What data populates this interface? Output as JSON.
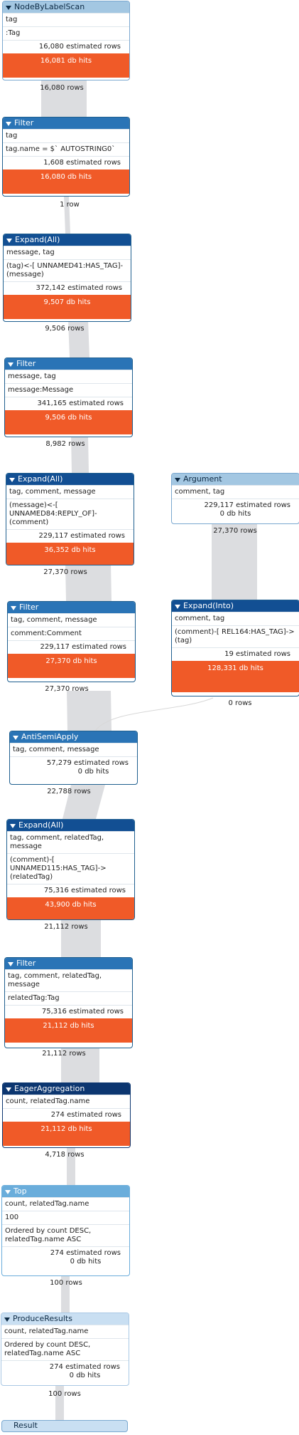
{
  "operators": {
    "node_by_label_scan": {
      "title": "NodeByLabelScan",
      "rows": [
        "tag",
        ":Tag"
      ],
      "estimated": "16,080 estimated rows",
      "hits": "16,081 db hits",
      "out_rows": "16,080 rows"
    },
    "filter_1": {
      "title": "Filter",
      "rows": [
        "tag",
        "tag.name = $` AUTOSTRING0`"
      ],
      "estimated": "1,608 estimated rows",
      "hits": "16,080 db hits",
      "out_rows": "1 row"
    },
    "expand_all_1": {
      "title": "Expand(All)",
      "rows": [
        "message, tag",
        "(tag)<-[ UNNAMED41:HAS_TAG]-(message)"
      ],
      "estimated": "372,142 estimated rows",
      "hits": "9,507 db hits",
      "out_rows": "9,506 rows"
    },
    "filter_2": {
      "title": "Filter",
      "rows": [
        "message, tag",
        "message:Message"
      ],
      "estimated": "341,165 estimated rows",
      "hits": "9,506 db hits",
      "out_rows": "8,982 rows"
    },
    "expand_all_2": {
      "title": "Expand(All)",
      "rows": [
        "tag, comment, message",
        "(message)<-[ UNNAMED84:REPLY_OF]-(comment)"
      ],
      "estimated": "229,117 estimated rows",
      "hits": "36,352 db hits",
      "out_rows": "27,370 rows"
    },
    "argument": {
      "title": "Argument",
      "rows": [
        "comment, tag"
      ],
      "estimated": "229,117 estimated rows",
      "hits_text": "0 db hits",
      "out_rows": "27,370 rows"
    },
    "filter_3": {
      "title": "Filter",
      "rows": [
        "tag, comment, message",
        "comment:Comment"
      ],
      "estimated": "229,117 estimated rows",
      "hits": "27,370 db hits",
      "out_rows": "27,370 rows"
    },
    "expand_into": {
      "title": "Expand(Into)",
      "rows": [
        "comment, tag",
        "(comment)-[ REL164:HAS_TAG]->(tag)"
      ],
      "estimated": "19 estimated rows",
      "hits": "128,331 db hits",
      "out_rows": "0 rows"
    },
    "anti_semi_apply": {
      "title": "AntiSemiApply",
      "rows": [
        "tag, comment, message"
      ],
      "estimated": "57,279 estimated rows",
      "hits_text": "0 db hits",
      "out_rows": "22,788 rows"
    },
    "expand_all_3": {
      "title": "Expand(All)",
      "rows": [
        "tag, comment, relatedTag, message",
        "(comment)-[ UNNAMED115:HAS_TAG]->(relatedTag)"
      ],
      "estimated": "75,316 estimated rows",
      "hits": "43,900 db hits",
      "out_rows": "21,112 rows"
    },
    "filter_4": {
      "title": "Filter",
      "rows": [
        "tag, comment, relatedTag, message",
        "relatedTag:Tag"
      ],
      "estimated": "75,316 estimated rows",
      "hits": "21,112 db hits",
      "out_rows": "21,112 rows"
    },
    "eager_aggregation": {
      "title": "EagerAggregation",
      "rows": [
        "count, relatedTag.name"
      ],
      "estimated": "274 estimated rows",
      "hits": "21,112 db hits",
      "out_rows": "4,718 rows"
    },
    "top": {
      "title": "Top",
      "rows": [
        "count, relatedTag.name",
        "100",
        "Ordered by count DESC, relatedTag.name ASC"
      ],
      "estimated": "274 estimated rows",
      "hits_text": "0 db hits",
      "out_rows": "100 rows"
    },
    "produce_results": {
      "title": "ProduceResults",
      "rows": [
        "count, relatedTag.name",
        "Ordered by count DESC, relatedTag.name ASC"
      ],
      "estimated": "274 estimated rows",
      "hits_text": "0 db hits",
      "out_rows": "100 rows"
    }
  },
  "result": {
    "label": "Result"
  },
  "colors": {
    "header_light": "#a3c7e2",
    "header_mid": "#2a74b6",
    "header_dark": "#124f93",
    "header_navy": "#0c3670",
    "header_sky": "#6aaddb",
    "header_pale": "#c9dff2",
    "db_hits": "#f05a28",
    "flow": "#dcdde0"
  }
}
